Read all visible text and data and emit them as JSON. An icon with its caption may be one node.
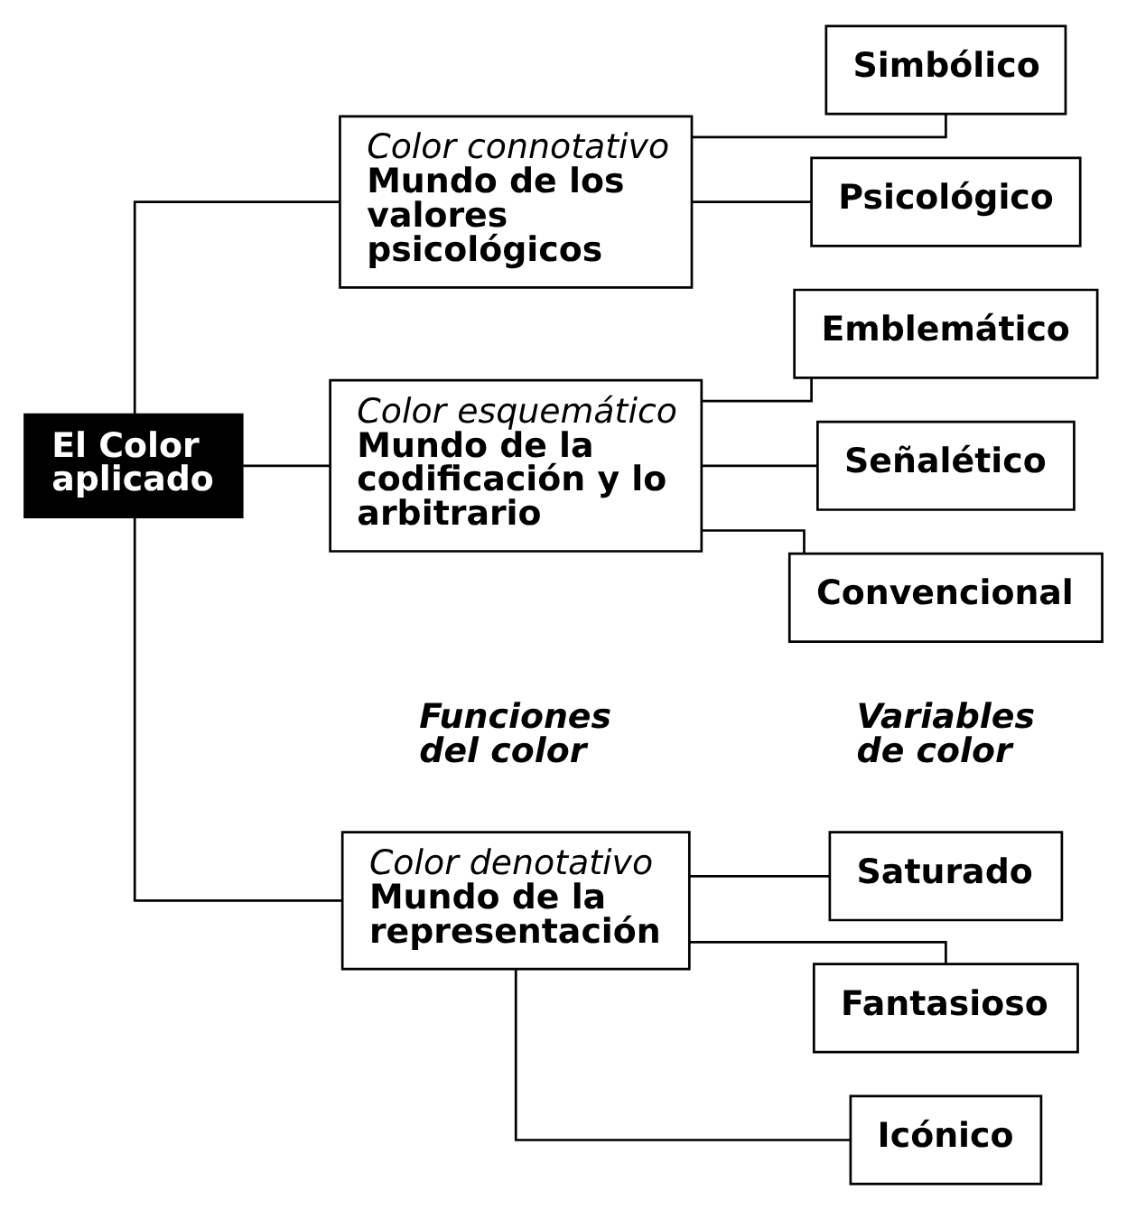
{
  "diagram": {
    "nodes": [
      {
        "text": [
          "El Color aplicado"
        ]
      },
      {
        "text": [
          "Color denotativo",
          "Mundo de la representación"
        ]
      },
      {
        "text": [
          "Color connotativo",
          "Mundo de los valores psicológicos"
        ]
      },
      {
        "text": [
          "Color esquemático",
          "Mundo de la codificación y lo arbitrario"
        ]
      },
      {
        "text": [
          "Icónico"
        ]
      },
      {
        "text": [
          "Saturado"
        ]
      },
      {
        "text": [
          "Fantasioso"
        ]
      },
      {
        "text": [
          "Psicológico"
        ]
      },
      {
        "text": [
          "Simbólico"
        ]
      },
      {
        "text": [
          "Emblemático"
        ]
      },
      {
        "text": [
          "Señalético"
        ]
      },
      {
        "text": [
          "Convencional"
        ]
      }
    ],
    "edges": [
      {
        "from": 0,
        "to": 1,
        "arrow": "none"
      },
      {
        "from": 0,
        "to": 2,
        "arrow": "none"
      },
      {
        "from": 0,
        "to": 3,
        "arrow": "none"
      },
      {
        "from": 1,
        "to": 4,
        "arrow": "none"
      },
      {
        "from": 1,
        "to": 5,
        "arrow": "none"
      },
      {
        "from": 1,
        "to": 6,
        "arrow": "none"
      },
      {
        "from": 2,
        "to": 7,
        "arrow": "none"
      },
      {
        "from": 2,
        "to": 8,
        "arrow": "none"
      },
      {
        "from": 3,
        "to": 9,
        "arrow": "none"
      },
      {
        "from": 3,
        "to": 10,
        "arrow": "none"
      },
      {
        "from": 3,
        "to": 11,
        "arrow": "none"
      }
    ],
    "labels": [
      "Funciones del color",
      "Variables de color"
    ]
  }
}
